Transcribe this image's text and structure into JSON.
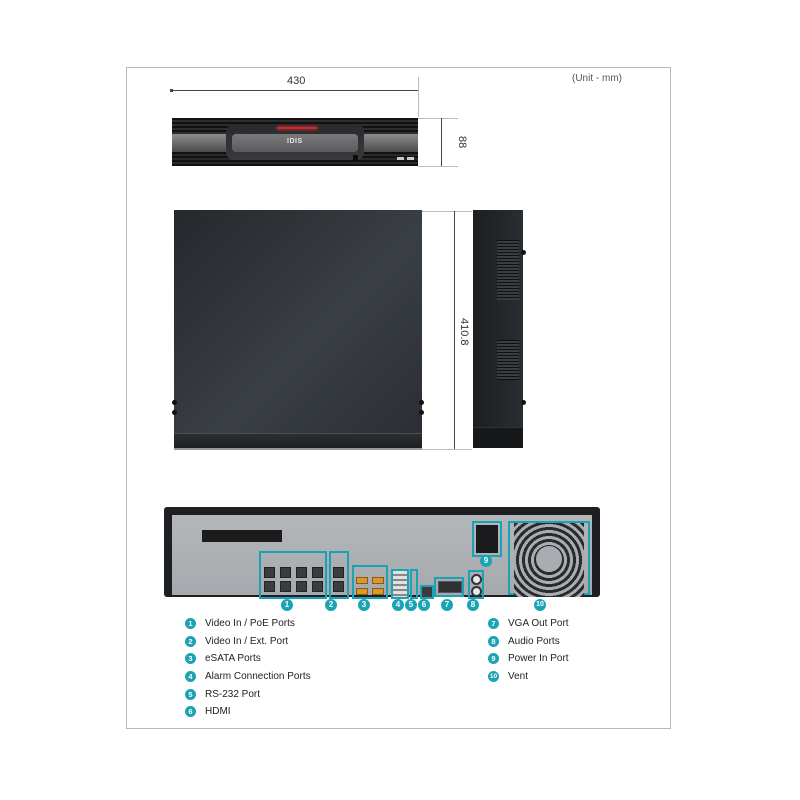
{
  "diagram": {
    "unit_label": "(Unit - mm)",
    "dimensions": {
      "width": "430",
      "height": "88",
      "depth": "410.8"
    },
    "views": {
      "front": {
        "brand_logo": "IDIS"
      },
      "top": {},
      "side": {},
      "rear": {}
    },
    "accent_color": "#1aa3b5",
    "callouts": [
      {
        "number": "1",
        "label": "Video In / PoE Ports"
      },
      {
        "number": "2",
        "label": "Video In / Ext. Port"
      },
      {
        "number": "3",
        "label": "eSATA Ports"
      },
      {
        "number": "4",
        "label": "Alarm Connection Ports"
      },
      {
        "number": "5",
        "label": "RS-232 Port"
      },
      {
        "number": "6",
        "label": "HDMI"
      },
      {
        "number": "7",
        "label": "VGA Out Port"
      },
      {
        "number": "8",
        "label": "Audio Ports"
      },
      {
        "number": "9",
        "label": "Power In Port"
      },
      {
        "number": "10",
        "label": "Vent"
      }
    ]
  }
}
